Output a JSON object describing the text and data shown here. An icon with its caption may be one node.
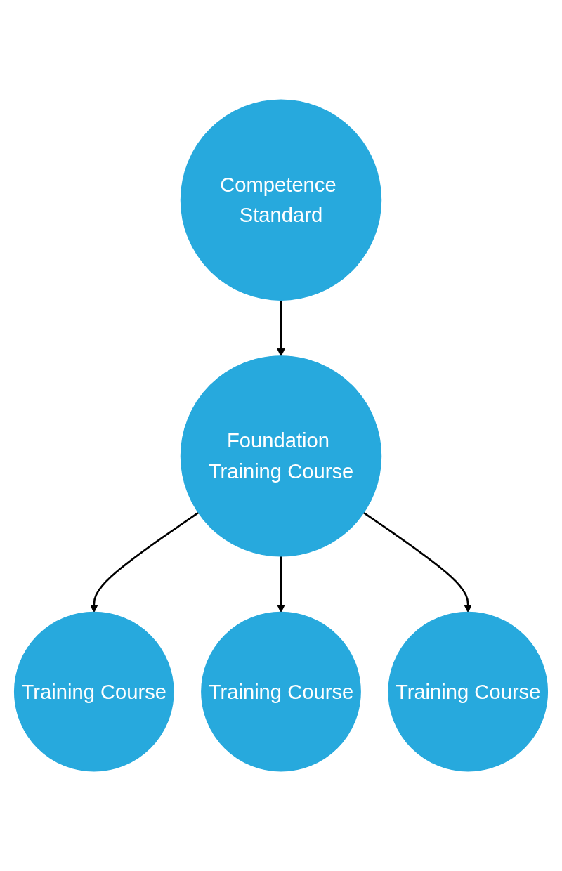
{
  "diagram": {
    "nodes": [
      {
        "text": [
          "Competence Standard"
        ]
      },
      {
        "text": [
          "Foundation Training Course"
        ]
      },
      {
        "text": [
          "Training Course"
        ]
      },
      {
        "text": [
          "Training Course"
        ]
      },
      {
        "text": [
          "Training Course"
        ]
      }
    ],
    "edges": [
      {
        "from": 0,
        "to": 1,
        "arrow": "to"
      },
      {
        "from": 1,
        "to": 2,
        "arrow": "to"
      },
      {
        "from": 1,
        "to": 3,
        "arrow": "to"
      },
      {
        "from": 1,
        "to": 4,
        "arrow": "to"
      }
    ]
  }
}
